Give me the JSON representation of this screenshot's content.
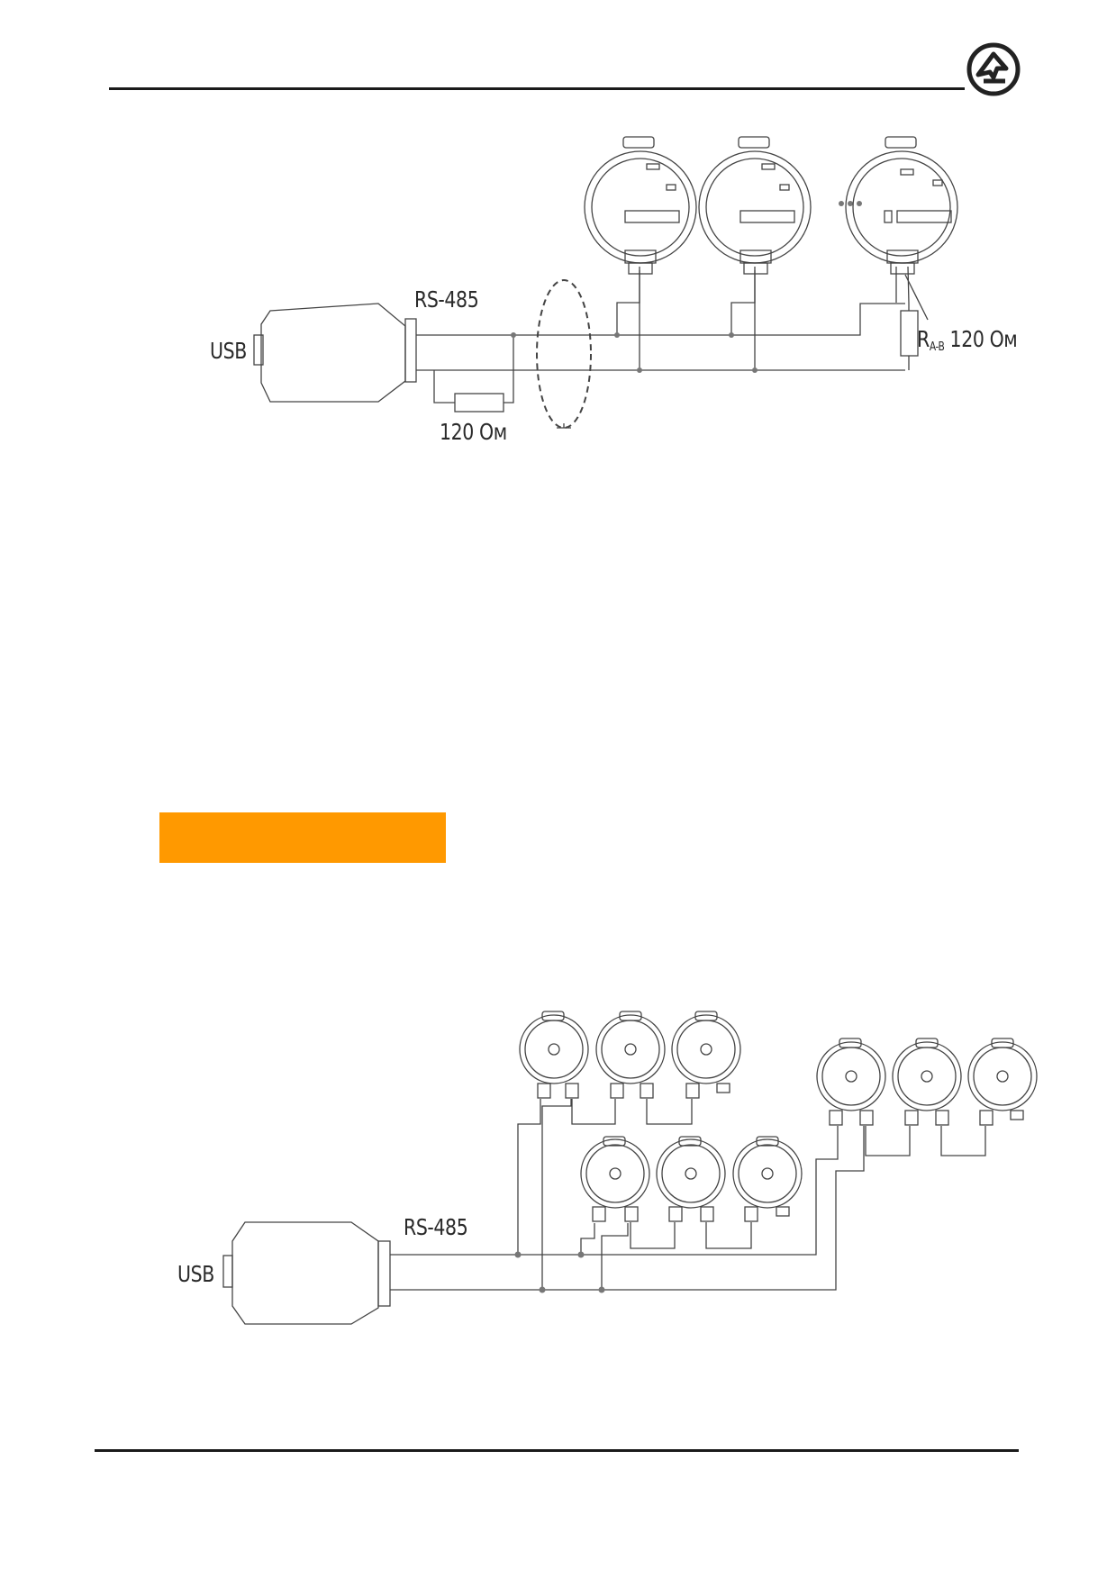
{
  "colors": {
    "rule": "#1a1a1a",
    "accent_bar": "#FF9900",
    "line": "#555555"
  },
  "header": {
    "logo_icon": "company-logo-icon"
  },
  "diagram_1": {
    "usb_label": "USB",
    "bus_label": "RS-485",
    "resistor_label": "120 Ом",
    "end_resistor_label_r": "R",
    "end_resistor_label_sub": "A-B",
    "end_resistor_label_value": " 120 Ом"
  },
  "diagram_2": {
    "usb_label": "USB",
    "bus_label": "RS-485"
  }
}
